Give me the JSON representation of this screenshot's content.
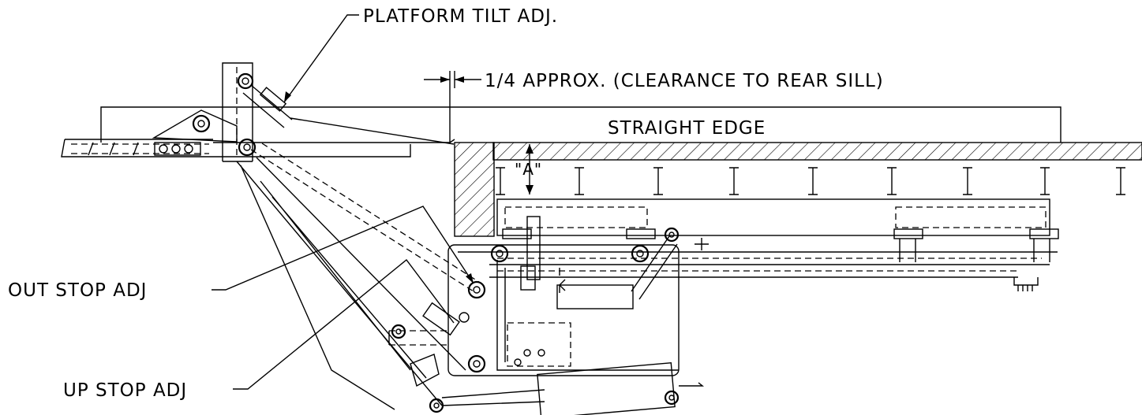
{
  "labels": {
    "platform_tilt_adj": "PLATFORM TILT ADJ.",
    "clearance": "1/4 APPROX. (CLEARANCE TO REAR SILL)",
    "straight_edge": "STRAIGHT EDGE",
    "dim_a": "\"A\"",
    "out_stop_adj": "OUT STOP ADJ",
    "up_stop_adj": "UP STOP ADJ"
  }
}
